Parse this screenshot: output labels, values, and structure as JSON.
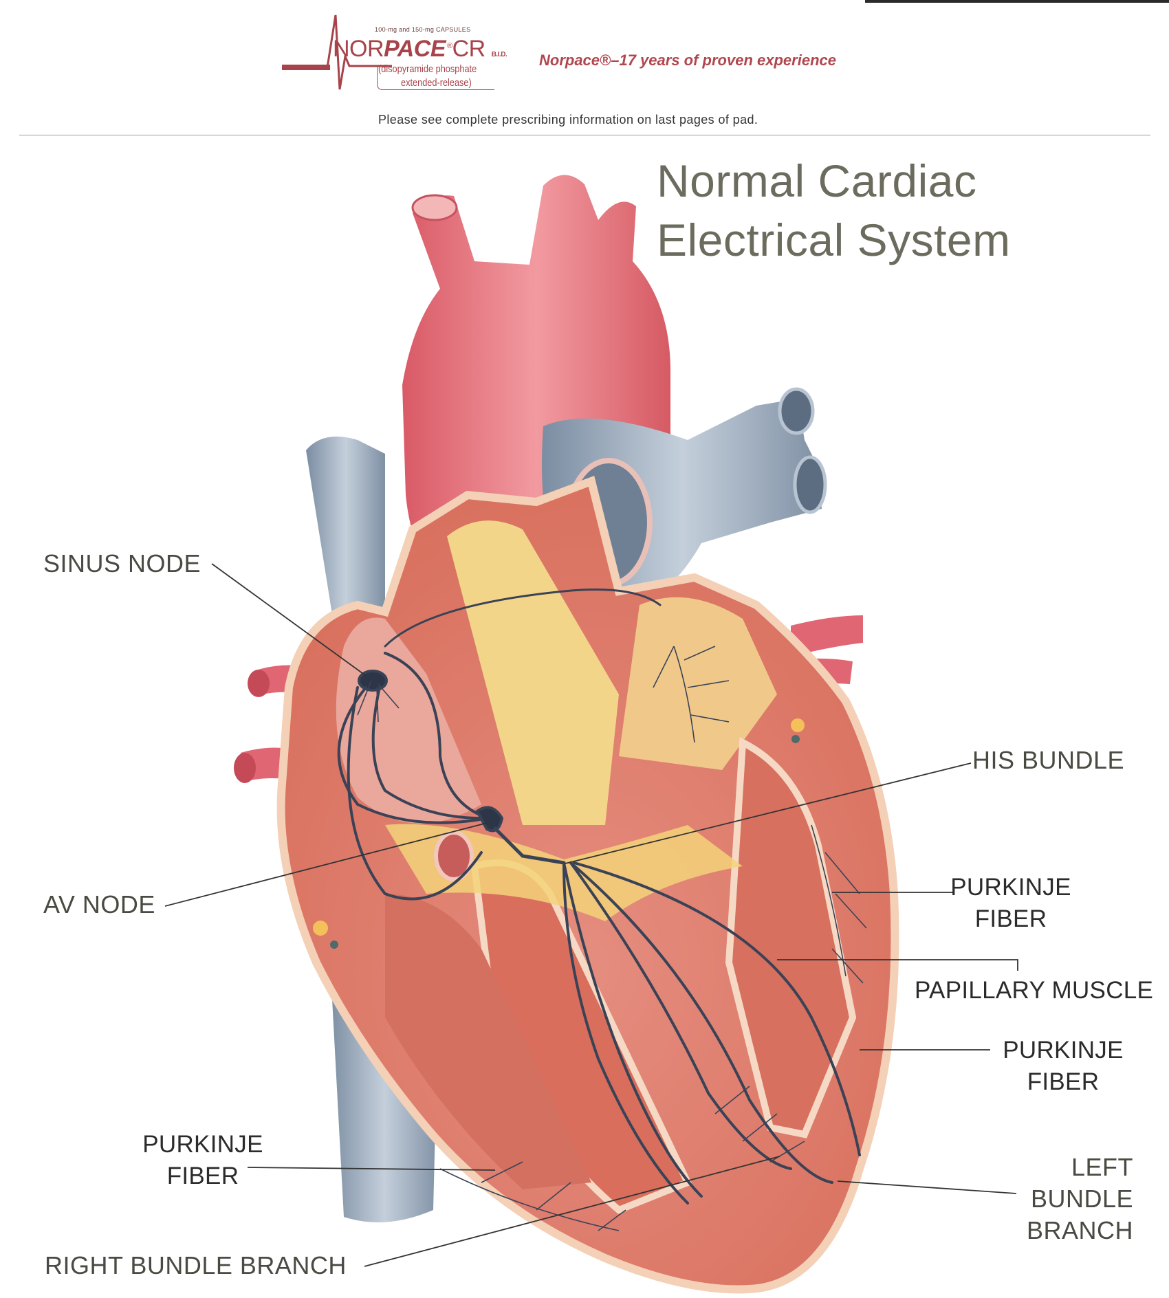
{
  "header": {
    "capsule_text": "100-mg and 150-mg CAPSULES",
    "brand_light": "NOR",
    "brand_bold": "PACE",
    "brand_suffix": "CR",
    "brand_reg": "®",
    "dosing": "B.I.D.",
    "generic_line1": "(disopyramide phosphate",
    "generic_line2": "extended-release)",
    "tagline": "Norpace®–17 years of proven experience",
    "disclaimer": "Please see complete prescribing information on last pages of pad."
  },
  "title": {
    "line1": "Normal Cardiac",
    "line2": "Electrical System"
  },
  "labels": {
    "sinus_node": "SINUS NODE",
    "av_node": "AV NODE",
    "his_bundle": "HIS BUNDLE",
    "purkinje_upper_1": "PURKINJE",
    "purkinje_upper_2": "FIBER",
    "papillary_muscle": "PAPILLARY MUSCLE",
    "purkinje_mid_1": "PURKINJE",
    "purkinje_mid_2": "FIBER",
    "purkinje_left_1": "PURKINJE",
    "purkinje_left_2": "FIBER",
    "left_bundle_1": "LEFT",
    "left_bundle_2": "BUNDLE",
    "left_bundle_3": "BRANCH",
    "right_bundle": "RIGHT BUNDLE BRANCH"
  },
  "colors": {
    "aorta": "#e8737c",
    "muscle": "#e38b7e",
    "vein": "#9aa9b8",
    "valve": "#f3d27a",
    "conduction": "#3a4256",
    "brand": "#a7434a"
  }
}
